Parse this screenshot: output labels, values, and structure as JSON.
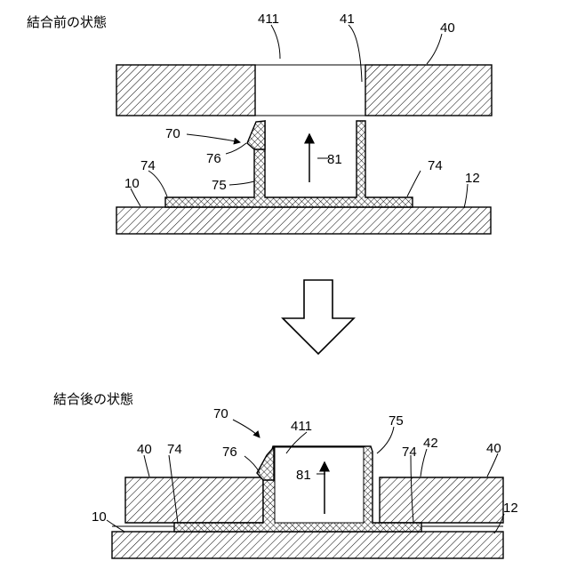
{
  "titles": {
    "before": "結合前の状態",
    "after": "結合後の状態"
  },
  "labels": {
    "top": {
      "n411": "411",
      "n41": "41",
      "n40": "40",
      "n70": "70",
      "n76": "76",
      "n81": "81",
      "n74a": "74",
      "n74b": "74",
      "n10": "10",
      "n75": "75",
      "n12": "12"
    },
    "bottom": {
      "n70": "70",
      "n411": "411",
      "n75": "75",
      "n40a": "40",
      "n74a": "74",
      "n76": "76",
      "n42": "42",
      "n74b": "74",
      "n40b": "40",
      "n81": "81",
      "n10": "10",
      "n12": "12"
    }
  }
}
